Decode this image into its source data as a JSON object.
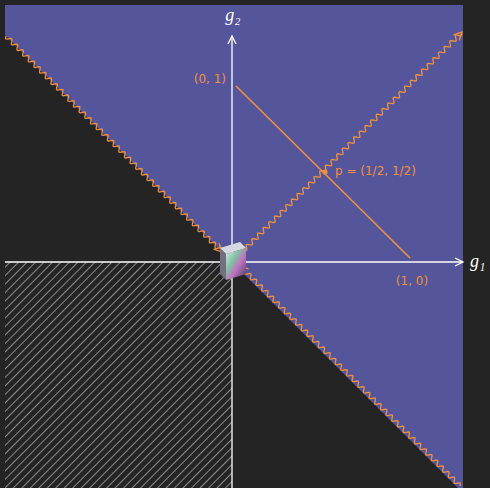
{
  "diagram": {
    "labels": [
      "g₂",
      "(0, 1)",
      "p = (1/2, 1/2)",
      "(1, 0)",
      "g₁"
    ]
  }
}
